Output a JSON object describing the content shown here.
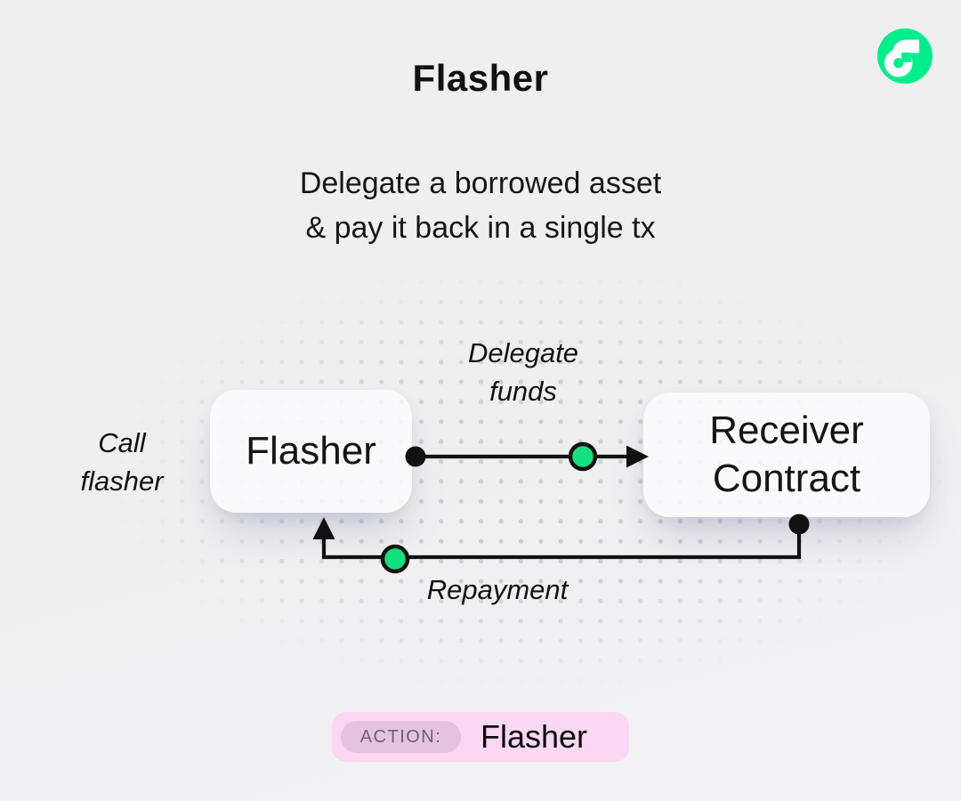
{
  "header": {
    "title": "Flasher",
    "subtitle": [
      "Delegate a borrowed asset",
      "& pay it back in a single tx"
    ]
  },
  "logo": {
    "name": "flow-logo"
  },
  "diagram": {
    "flasher_node": {
      "label": "Flasher"
    },
    "receiver_node": {
      "lines": [
        "Receiver",
        "Contract"
      ]
    },
    "call_label": {
      "lines": [
        "Call",
        "flasher"
      ]
    },
    "delegate_label": {
      "lines": [
        "Delegate",
        "funds"
      ]
    },
    "repayment_label": "Repayment"
  },
  "action_badge": {
    "prefix": "ACTION:",
    "value": "Flasher"
  },
  "colors": {
    "bg": "#EFEFF0",
    "bg-low": "#F3F2F6",
    "ink": "#111111",
    "green": "#15E07E",
    "logo-green": "#00EF8B",
    "dot": "#CDCDD3",
    "box-bg": "rgba(253,253,255,0.80)",
    "badge-bg": "#FAD7F3",
    "pill-bg": "#E3C3DD",
    "pill-text": "#6F5F6C"
  }
}
